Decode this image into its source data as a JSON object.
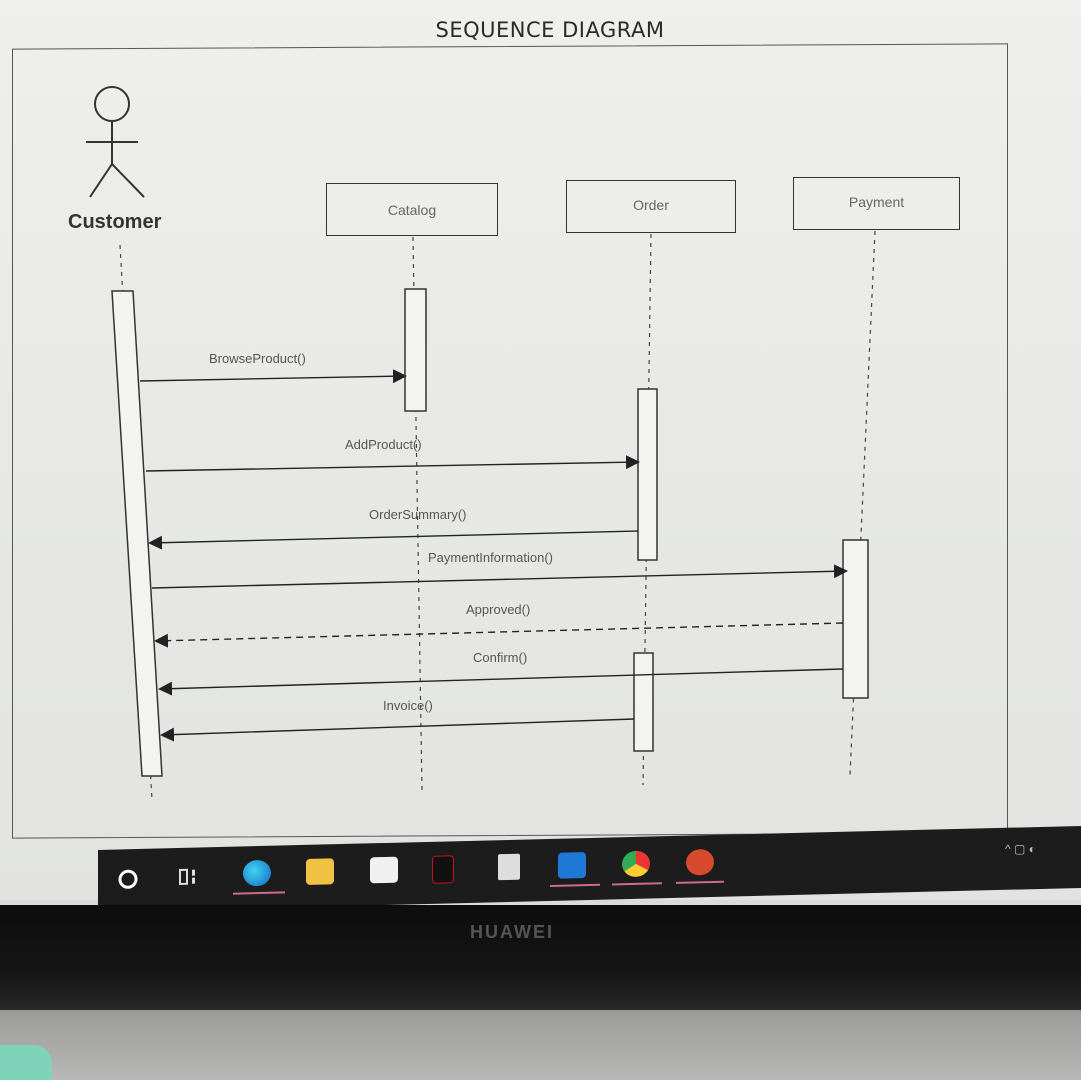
{
  "diagram": {
    "title": "SEQUENCE DIAGRAM",
    "actor": {
      "name": "Customer"
    },
    "objects": [
      {
        "id": "catalog",
        "label": "Catalog"
      },
      {
        "id": "order",
        "label": "Order"
      },
      {
        "id": "payment",
        "label": "Payment"
      }
    ],
    "messages": [
      {
        "label": "BrowseProduct()",
        "from": "customer",
        "to": "catalog",
        "style": "solid"
      },
      {
        "label": "AddProduct()",
        "from": "customer",
        "to": "order",
        "style": "solid"
      },
      {
        "label": "OrderSummary()",
        "from": "order",
        "to": "customer",
        "style": "solid"
      },
      {
        "label": "PaymentInformation()",
        "from": "customer",
        "to": "payment",
        "style": "solid"
      },
      {
        "label": "Approved()",
        "from": "payment",
        "to": "customer",
        "style": "dashed"
      },
      {
        "label": "Confirm()",
        "from": "payment",
        "to": "customer",
        "style": "solid"
      },
      {
        "label": "Invoice()",
        "from": "order",
        "to": "customer",
        "style": "solid"
      }
    ]
  },
  "taskbar": {
    "icons": [
      "search-circle-icon",
      "task-view-icon",
      "edge-browser-icon",
      "file-explorer-icon",
      "store-icon",
      "netflix-icon",
      "app-icon",
      "mail-icon",
      "chrome-icon",
      "powerpoint-icon"
    ],
    "tray": "^ ▢ ◐"
  },
  "device": {
    "brand": "HUAWEI"
  }
}
